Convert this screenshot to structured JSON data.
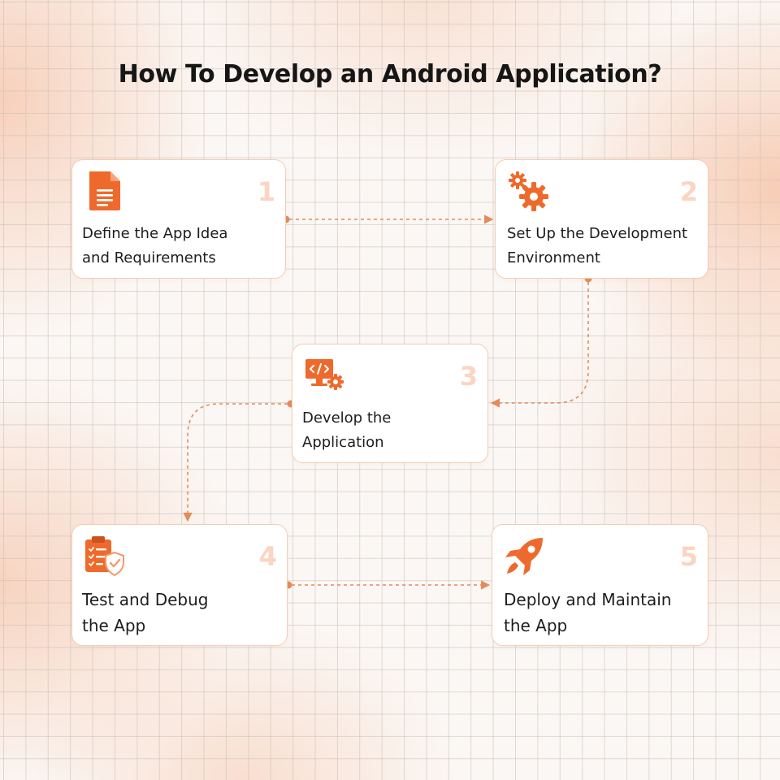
{
  "title": "How To Develop an Android Application?",
  "colors": {
    "accent": "#ee6a2c",
    "number": "#fbd5c2",
    "connector": "#e58a5a",
    "card_border": "#f2cdb8"
  },
  "steps": [
    {
      "number": "1",
      "line1": "Define the App Idea",
      "line2": "and Requirements",
      "icon": "document-icon"
    },
    {
      "number": "2",
      "line1": "Set Up the Development",
      "line2": "Environment",
      "icon": "gears-icon"
    },
    {
      "number": "3",
      "line1": "Develop the",
      "line2": "Application",
      "icon": "code-monitor-icon"
    },
    {
      "number": "4",
      "line1": "Test and Debug",
      "line2": "the App",
      "icon": "clipboard-shield-icon"
    },
    {
      "number": "5",
      "line1": "Deploy and Maintain",
      "line2": "the App",
      "icon": "rocket-icon"
    }
  ]
}
